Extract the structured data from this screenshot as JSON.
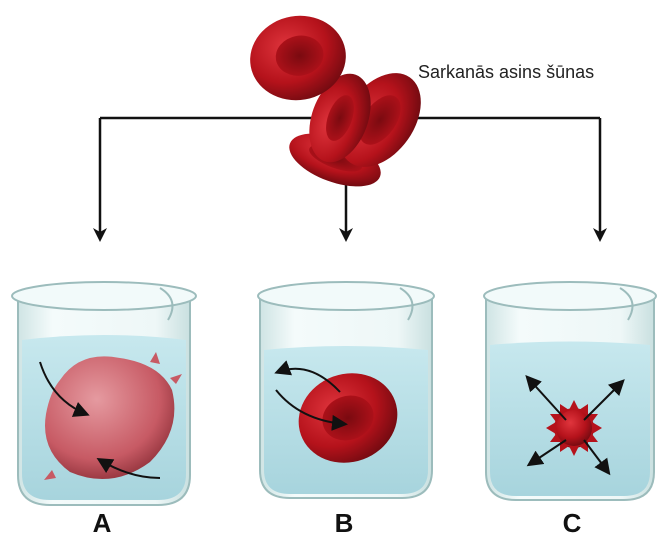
{
  "caption": "Sarkanās asins šūnas",
  "beakers": [
    {
      "label": "A"
    },
    {
      "label": "B"
    },
    {
      "label": "C"
    }
  ],
  "colors": {
    "cell": "#b5121b",
    "swollen_cell": "#c75a64",
    "water": "#bfe3ea",
    "glass": "#e8f3f3",
    "line": "#111111"
  }
}
